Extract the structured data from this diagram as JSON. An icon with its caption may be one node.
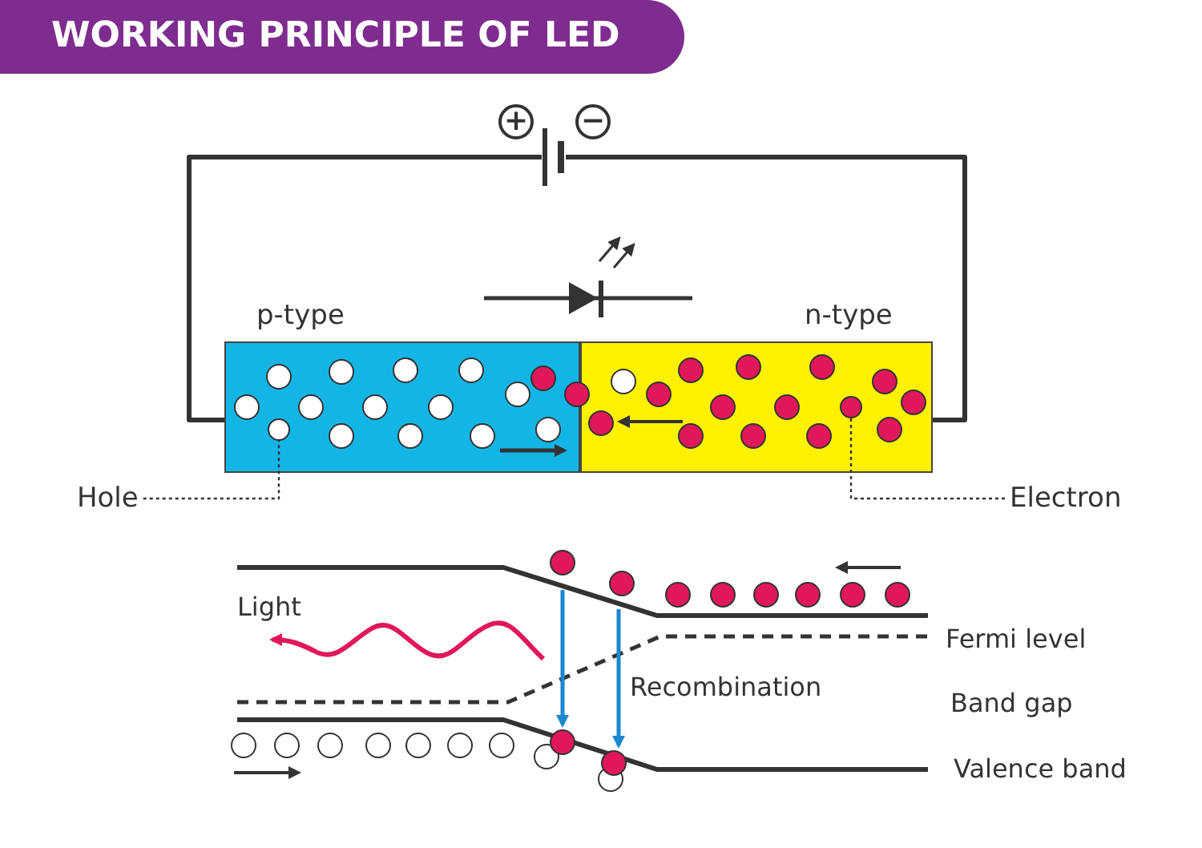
{
  "diagram": {
    "title": "WORKING PRINCIPLE OF LED",
    "nodes": [
      {
        "text": [
          "p-type"
        ]
      },
      {
        "text": [
          "n-type"
        ]
      },
      {
        "text": [],
        "shape": "circle",
        "in": 0
      },
      {
        "text": [],
        "shape": "circle",
        "in": 1
      },
      {
        "text": [
          "Hole"
        ]
      },
      {
        "text": [
          "Electron"
        ]
      },
      {
        "text": [],
        "shape": "battery"
      }
    ],
    "edges": [
      {
        "from": 4,
        "to": 2,
        "arrow": "none",
        "style": "dashed"
      },
      {
        "from": 5,
        "to": 3,
        "arrow": "none",
        "style": "dashed"
      },
      {
        "from": 6,
        "to": 0,
        "arrow": "none",
        "style": "thick"
      },
      {
        "from": 6,
        "to": 1,
        "arrow": "none",
        "style": "thick"
      }
    ],
    "labels": [
      "+",
      "−",
      "Light",
      "Recombination",
      "Fermi level",
      "Band gap",
      "Valence band"
    ]
  }
}
